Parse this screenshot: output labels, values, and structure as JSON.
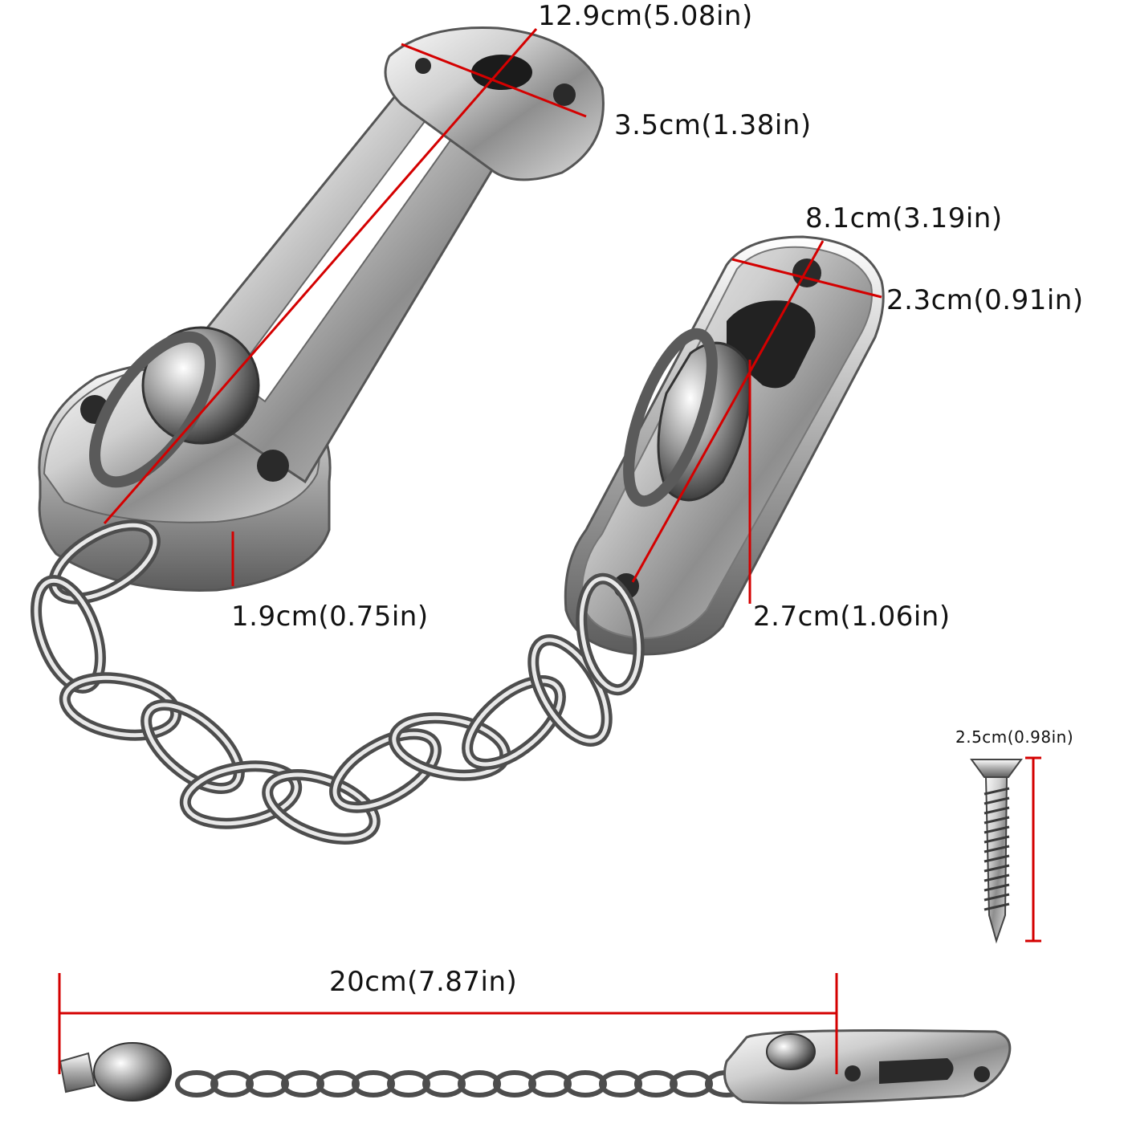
{
  "colors": {
    "dimension_line": "#d40000",
    "metal_light": "#f2f2f2",
    "metal_mid": "#b5b5b5",
    "metal_dark": "#4a4a4a",
    "text": "#111111"
  },
  "dimensions": {
    "plate_length": "12.9cm(5.08in)",
    "plate_width": "3.5cm(1.38in)",
    "slot_length": "8.1cm(3.19in)",
    "slot_width": "2.3cm(0.91in)",
    "knob_height": "1.9cm(0.75in)",
    "slot_height": "2.7cm(1.06in)",
    "screw_length": "2.5cm(0.98in)",
    "chain_total_length": "20cm(7.87in)"
  }
}
